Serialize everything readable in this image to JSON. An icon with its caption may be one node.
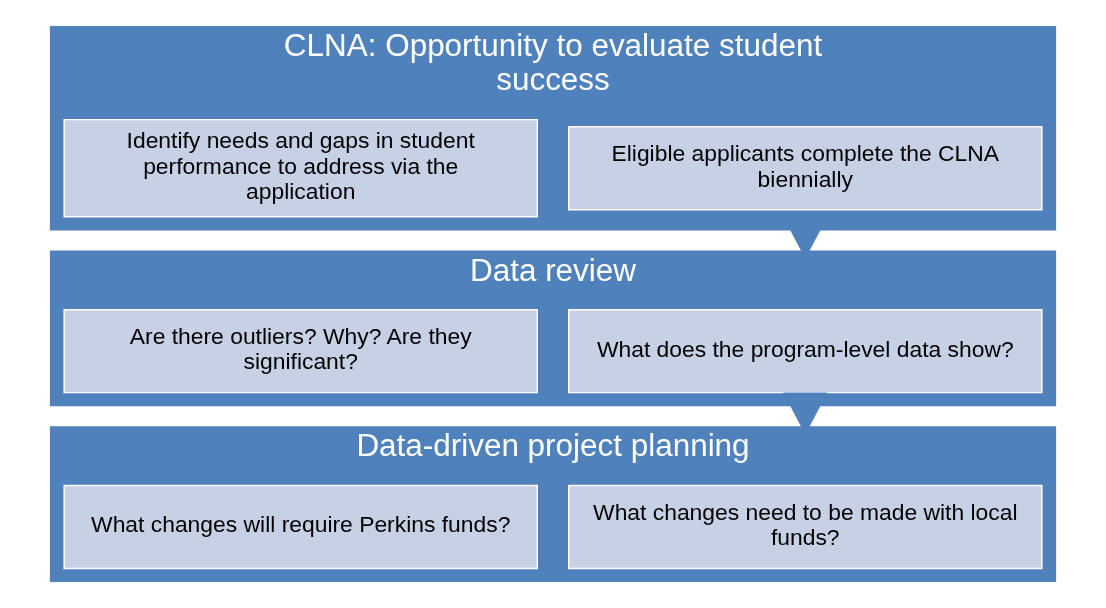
{
  "diagram": {
    "nodes": [
      {
        "text": [
          "CLNA: Opportunity to evaluate student success"
        ]
      },
      {
        "text": [
          "Eligible applicants complete the CLNA biennially"
        ],
        "in": 0
      },
      {
        "text": [
          "Identify needs and gaps in student performance to address via the application"
        ],
        "in": 0
      },
      {
        "text": [
          "Data review"
        ]
      },
      {
        "text": [
          "What does the program-level data show?"
        ],
        "in": 3
      },
      {
        "text": [
          "Are there outliers? Why? Are they significant?"
        ],
        "in": 3
      },
      {
        "text": [
          "Data-driven project planning"
        ]
      },
      {
        "text": [
          "What changes need to be made with local funds?"
        ],
        "in": 6
      },
      {
        "text": [
          "What changes will require Perkins funds?"
        ],
        "in": 6
      }
    ],
    "edges": [
      {
        "from": 0,
        "to": 3,
        "arrow": "to"
      },
      {
        "from": 3,
        "to": 6,
        "arrow": "to"
      }
    ]
  }
}
